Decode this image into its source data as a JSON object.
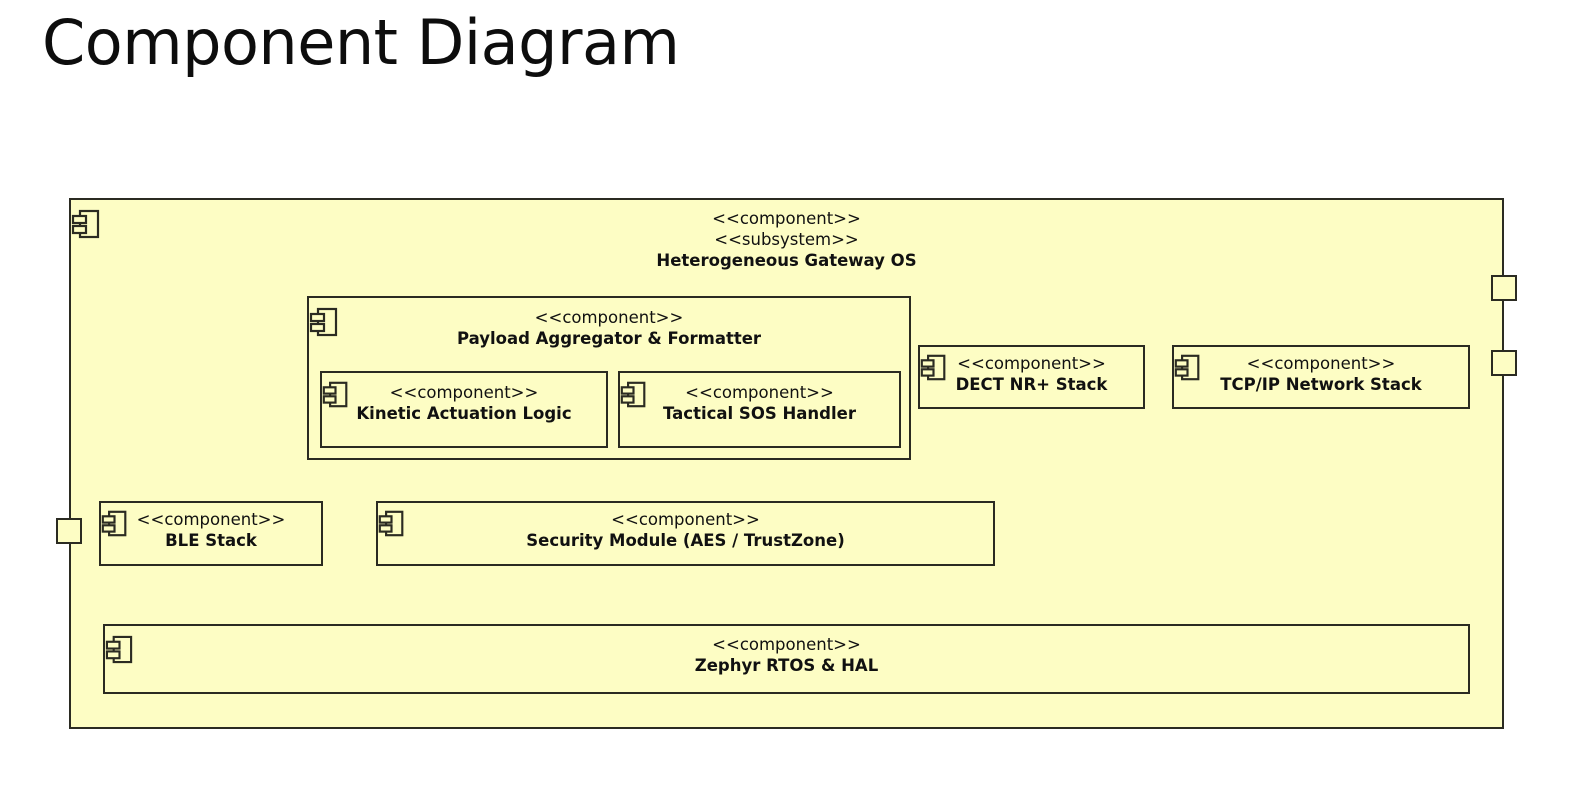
{
  "page": {
    "title": "Component Diagram",
    "background": "#ffffff"
  },
  "style": {
    "fill": "#fdfdc4",
    "stroke": "#2b2b22",
    "text": "#111111"
  },
  "stereotypes": {
    "component": "<<component>>",
    "subsystem": "<<subsystem>>"
  },
  "subsystem": {
    "name": "Heterogeneous Gateway OS",
    "stereotype_component": "<<component>>",
    "stereotype_subsystem": "<<subsystem>>",
    "icon": "component-icon"
  },
  "components": [
    {
      "id": "payload-aggregator",
      "stereotype": "<<component>>",
      "name": "Payload Aggregator & Formatter",
      "icon": "component-icon"
    },
    {
      "id": "kinetic-actuation-logic",
      "stereotype": "<<component>>",
      "name": "Kinetic Actuation Logic",
      "icon": "component-icon"
    },
    {
      "id": "tactical-sos-handler",
      "stereotype": "<<component>>",
      "name": "Tactical SOS Handler",
      "icon": "component-icon"
    },
    {
      "id": "dect-nr-stack",
      "stereotype": "<<component>>",
      "name": "DECT NR+ Stack",
      "icon": "component-icon"
    },
    {
      "id": "tcpip-network-stack",
      "stereotype": "<<component>>",
      "name": "TCP/IP Network Stack",
      "icon": "component-icon"
    },
    {
      "id": "ble-stack",
      "stereotype": "<<component>>",
      "name": "BLE Stack",
      "icon": "component-icon"
    },
    {
      "id": "security-module",
      "stereotype": "<<component>>",
      "name": "Security Module (AES / TrustZone)",
      "icon": "component-icon"
    },
    {
      "id": "zephyr-rtos-hal",
      "stereotype": "<<component>>",
      "name": "Zephyr RTOS & HAL",
      "icon": "component-icon"
    }
  ],
  "ports": [
    {
      "id": "port-left-ble",
      "edge": "left"
    },
    {
      "id": "port-right-upper",
      "edge": "right"
    },
    {
      "id": "port-right-lower",
      "edge": "right"
    }
  ],
  "connections": [
    {
      "from": "ble-stack",
      "to": "payload-aggregator",
      "type": "dependency"
    },
    {
      "from": "payload-aggregator",
      "to": "security-module",
      "type": "dependency"
    },
    {
      "from": "payload-aggregator",
      "to": "zephyr-rtos-hal",
      "type": "dependency"
    },
    {
      "from": "ble-stack",
      "to": "zephyr-rtos-hal",
      "type": "dependency"
    },
    {
      "from": "security-module",
      "to": "dect-nr-stack",
      "type": "dependency"
    },
    {
      "from": "security-module",
      "to": "tcpip-network-stack",
      "type": "dependency"
    },
    {
      "from": "security-module",
      "to": "zephyr-rtos-hal",
      "type": "dependency"
    },
    {
      "from": "dect-nr-stack",
      "to": "zephyr-rtos-hal",
      "type": "dependency"
    },
    {
      "from": "tcpip-network-stack",
      "to": "zephyr-rtos-hal",
      "type": "dependency"
    },
    {
      "from": "port-left-ble",
      "to": "ble-stack",
      "type": "assembly"
    },
    {
      "from": "dect-nr-stack",
      "to": "port-right-upper",
      "type": "assembly"
    },
    {
      "from": "tcpip-network-stack",
      "to": "port-right-lower",
      "type": "assembly"
    }
  ]
}
